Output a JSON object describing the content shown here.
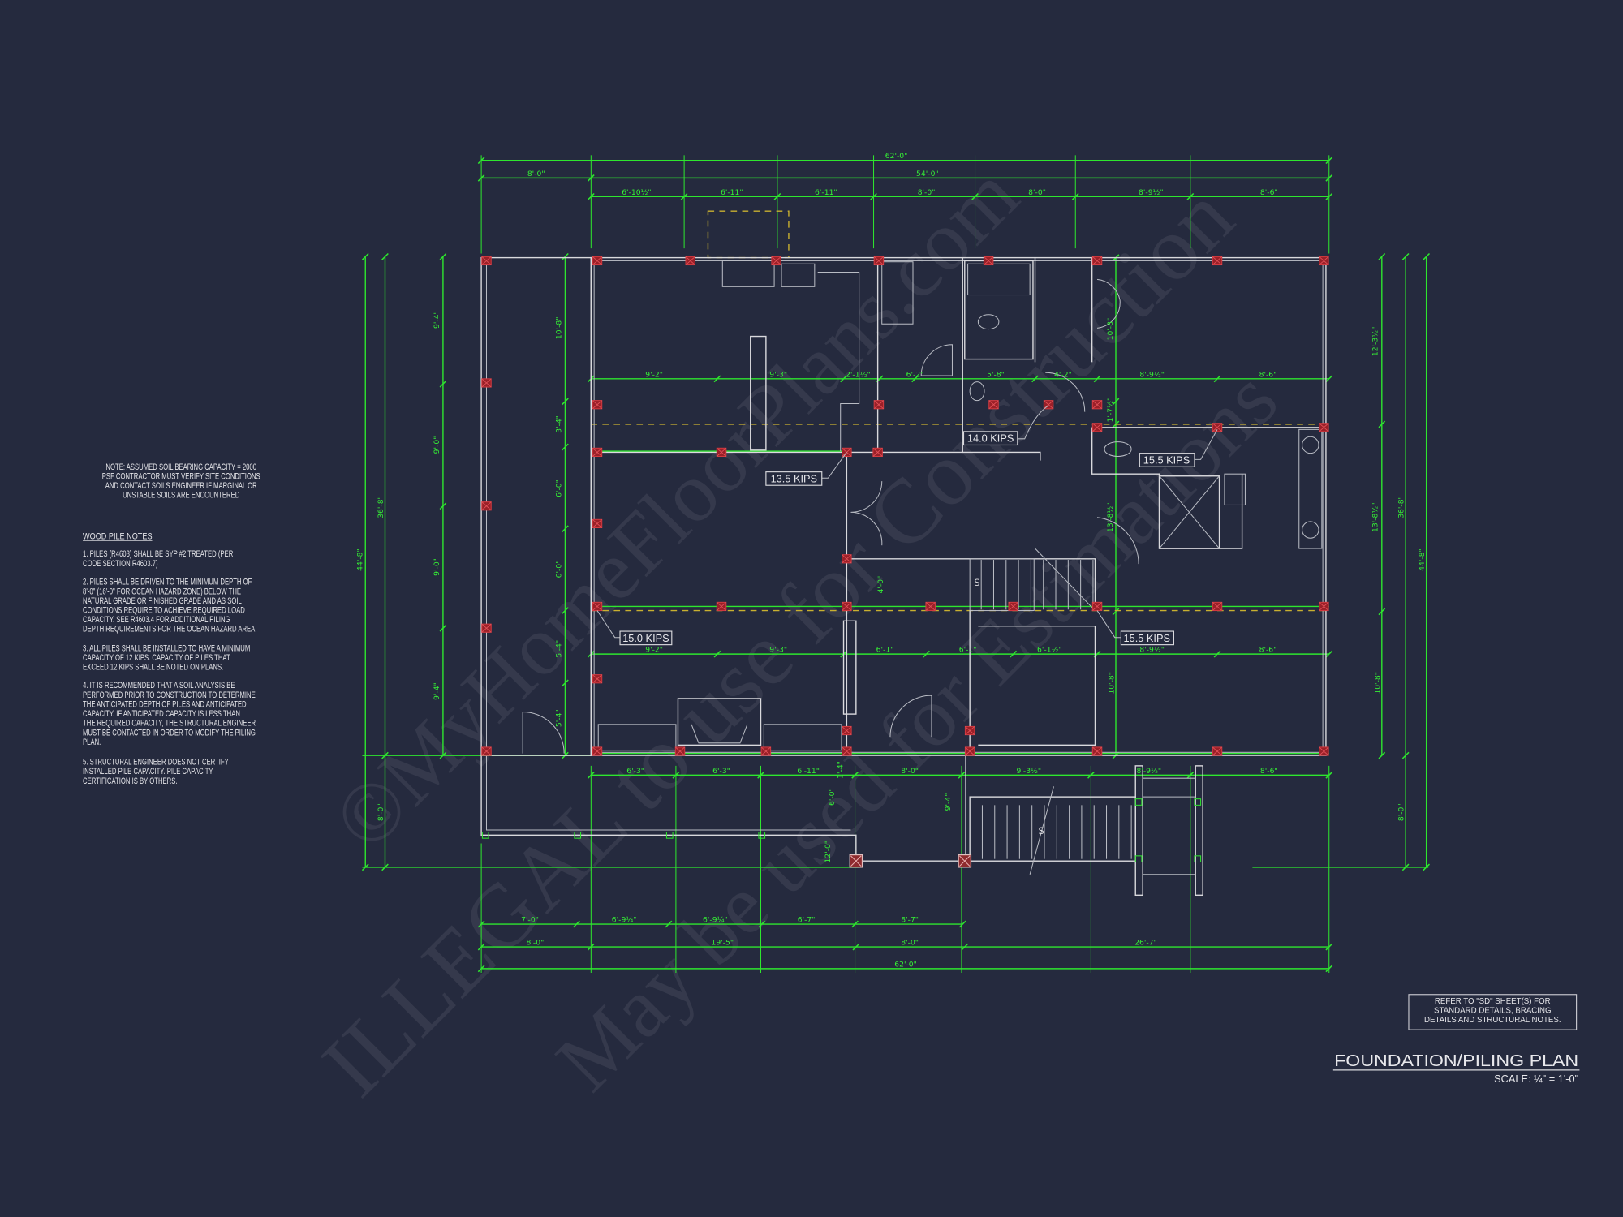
{
  "drawing": {
    "title": "FOUNDATION/PILING PLAN",
    "scale": "SCALE: ¼\" = 1'-0\"",
    "reference_note": [
      "REFER TO \"SD\"  SHEET(S) FOR",
      "STANDARD DETAILS, BRACING",
      "DETAILS AND STRUCTURAL NOTES."
    ],
    "colors": {
      "background": "#252a3e",
      "dimensions": "#2ee62e",
      "walls": "#d9d9dd",
      "piles": "#c0272d",
      "beams": "#c9b030"
    }
  },
  "watermark": [
    "©MyHomeFloorPlans.com",
    "ILLEGAL to use for Construction",
    "May be used for Estimations"
  ],
  "soil_note": [
    "NOTE: ASSUMED SOIL BEARING CAPACITY = 2000",
    "PSF CONTRACTOR MUST VERIFY SITE CONDITIONS",
    "AND CONTACT SOILS ENGINEER IF MARGINAL OR",
    "UNSTABLE SOILS ARE ENCOUNTERED"
  ],
  "wood_pile_notes": {
    "heading": "WOOD PILE NOTES",
    "items": [
      [
        "1. PILES (R4603) SHALL BE SYP #2 TREATED (PER",
        "CODE SECTION R4603.7)"
      ],
      [
        "2. PILES SHALL BE DRIVEN TO THE MINIMUM DEPTH OF",
        "8'-0\" (16'-0\" FOR OCEAN HAZARD ZONE) BELOW THE",
        "NATURAL GRADE OR FINISHED GRADE AND AS SOIL",
        "CONDITIONS REQUIRE TO ACHIEVE REQUIRED LOAD",
        "CAPACITY. SEE R4603.4 FOR ADDITIONAL PILING",
        "DEPTH REQUIREMENTS FOR THE OCEAN HAZARD AREA."
      ],
      [
        "3. ALL PILES SHALL BE INSTALLED TO HAVE A MINIMUM",
        "CAPACITY OF 12 KIPS. CAPACITY OF PILES THAT",
        "EXCEED 12 KIPS SHALL BE NOTED ON PLANS."
      ],
      [
        "4. IT IS RECOMMENDED THAT A SOIL ANALYSIS BE",
        "PERFORMED PRIOR TO CONSTRUCTION TO DETERMINE",
        "THE ANTICIPATED DEPTH OF PILES AND ANTICIPATED",
        "CAPACITY. IF ANTICIPATED CAPACITY IS LESS THAN",
        "THE REQUIRED CAPACITY, THE STRUCTURAL ENGINEER",
        "MUST BE CONTACTED IN ORDER TO MODIFY THE PILING",
        "PLAN."
      ],
      [
        "5. STRUCTURAL ENGINEER DOES NOT CERTIFY",
        "INSTALLED PILE CAPACITY. PILE CAPACITY",
        "CERTIFICATION IS BY OTHERS."
      ]
    ]
  },
  "kips_labels": [
    "13.5 KIPS",
    "14.0 KIPS",
    "15.5 KIPS",
    "15.0 KIPS",
    "15.5 KIPS"
  ],
  "stair_labels": [
    "S",
    "S"
  ],
  "dimensions": {
    "top": [
      "62'-0\"",
      "8'-0\"",
      "54'-0\"",
      "6'-10½\"",
      "6'-11\"",
      "6'-11\"",
      "8'-0\"",
      "8'-0\"",
      "8'-9½\"",
      "8'-6\""
    ],
    "interior_upper": [
      "9'-2\"",
      "9'-3\"",
      "2'-1½\"",
      "6'-2\"",
      "5'-8\"",
      "4'-2\"",
      "8'-9½\"",
      "8'-6\""
    ],
    "interior_middle": [
      "9'-2\"",
      "9'-3\"",
      "6'-1\"",
      "6'-1\"",
      "6'-1½\"",
      "8'-9½\"",
      "8'-6\""
    ],
    "below_house": [
      "6'-3\"",
      "6'-3\"",
      "6'-11\"",
      "8'-0\"",
      "9'-3½\"",
      "8'-9½\"",
      "8'-6\""
    ],
    "bottom_row_1": [
      "7'-0\"",
      "6'-9¼\"",
      "6'-9¼\"",
      "6'-7\"",
      "8'-7\""
    ],
    "bottom_row_2": [
      "8'-0\"",
      "19'-5\"",
      "8'-0\"",
      "26'-7\""
    ],
    "bottom_overall": [
      "62'-0\""
    ],
    "left": [
      "44'-8\"",
      "36'-8\"",
      "8'-0\"",
      "9'-4\"",
      "9'-0\"",
      "9'-0\"",
      "9'-4\""
    ],
    "left_interior": [
      "10'-8\"",
      "3'-4\"",
      "6'-0\"",
      "6'-0\"",
      "5'-4\"",
      "5'-4\""
    ],
    "right": [
      "12'-3½\"",
      "13'-8½\"",
      "10'-8\"",
      "36'-8\"",
      "44'-8\"",
      "8'-0\""
    ],
    "center_vertical": [
      "10'-8\"",
      "1'-7½\"",
      "13'-8½\"",
      "10'-8\"",
      "4'-0\"",
      "1'-4\"",
      "6'-0\"",
      "12'-0\"",
      "9'-4\""
    ]
  }
}
